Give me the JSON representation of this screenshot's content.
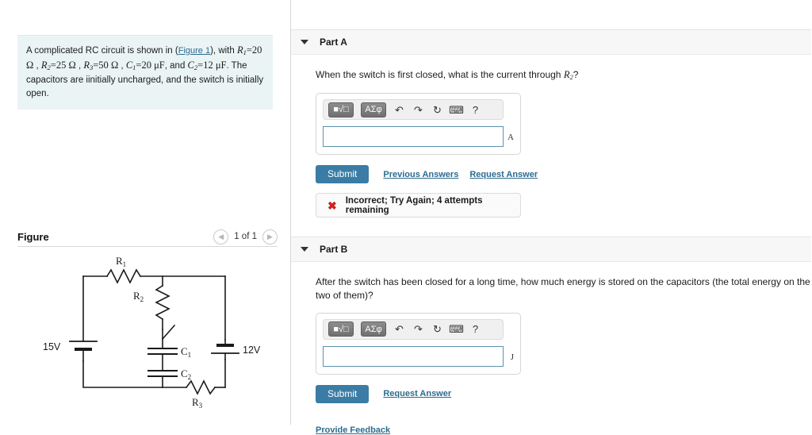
{
  "colors": {
    "submit_blue": "#3a7ca5",
    "link_blue": "#2c6b8f",
    "problem_bg": "#eaf4f5",
    "header_bg": "#f7f7f7",
    "error_red": "#cc2222",
    "input_border": "#5b92ad"
  },
  "left": {
    "problem": {
      "line1_a": "A complicated RC circuit is shown in (",
      "figure_link": "Figure 1",
      "line1_b": "), with ",
      "R1_sym": "R",
      "R1_sub": "1",
      "R1_val": "=20 ",
      "R1_unit": "Ω",
      "R2_sym": "R",
      "R2_sub": "2",
      "R2_val": "=25 ",
      "R2_unit": "Ω",
      "R3_sym": "R",
      "R3_sub": "3",
      "R3_val": "=50 ",
      "R3_unit": "Ω",
      "C1_sym": "C",
      "C1_sub": "1",
      "C1_val": "=20 ",
      "C1_unit": "μF",
      "C2_sym": "C",
      "C2_sub": "2",
      "C2_val": "=12 ",
      "C2_unit": "μF",
      "tail": ". The capacitors are iinitially uncharged, and the switch is initially open.",
      "comma": " , ",
      "and_text": ", and "
    },
    "figure": {
      "title": "Figure",
      "prev_icon": "chevron-left-icon",
      "next_icon": "chevron-right-icon",
      "counter": "1 of 1"
    },
    "circuit": {
      "labels": {
        "R1": "R",
        "R1_sub": "1",
        "R2": "R",
        "R2_sub": "2",
        "R3": "R",
        "R3_sub": "3",
        "C1": "C",
        "C1_sub": "1",
        "C2": "C",
        "C2_sub": "2",
        "battery_left": "15V",
        "battery_right": "12V"
      }
    }
  },
  "parts": {
    "a": {
      "label": "Part A",
      "question_pre": "When the switch is first closed, what is the current through ",
      "question_var": "R",
      "question_sub": "2",
      "question_post": "?",
      "toolbar": {
        "math_template": "■√□",
        "greek": "ΑΣφ",
        "undo_icon": "undo-arrow-icon",
        "redo_icon": "redo-arrow-icon",
        "reset_icon": "reset-circle-icon",
        "keyboard_icon": "keyboard-icon",
        "help_icon": "question-mark-icon",
        "undo_glyph": "↶",
        "redo_glyph": "↷",
        "reset_glyph": "↻",
        "keyboard_glyph": "⌨",
        "help_glyph": "?"
      },
      "input_value": "",
      "input_placeholder": "",
      "unit": "A",
      "submit_label": "Submit",
      "links": [
        "Previous Answers",
        "Request Answer"
      ],
      "feedback": {
        "icon": "x-mark-icon",
        "glyph": "✖",
        "text": "Incorrect; Try Again; 4 attempts remaining"
      }
    },
    "b": {
      "label": "Part B",
      "question": "After the switch has been closed for a long time, how much energy is stored on the capacitors (the total energy on the two of them)?",
      "toolbar": {
        "math_template": "■√□",
        "greek": "ΑΣφ",
        "undo_glyph": "↶",
        "redo_glyph": "↷",
        "reset_glyph": "↻",
        "keyboard_glyph": "⌨",
        "help_glyph": "?"
      },
      "input_value": "",
      "input_placeholder": "",
      "unit": "J",
      "submit_label": "Submit",
      "links": [
        "Request Answer"
      ]
    }
  },
  "footer": {
    "provide_feedback": "Provide Feedback"
  }
}
